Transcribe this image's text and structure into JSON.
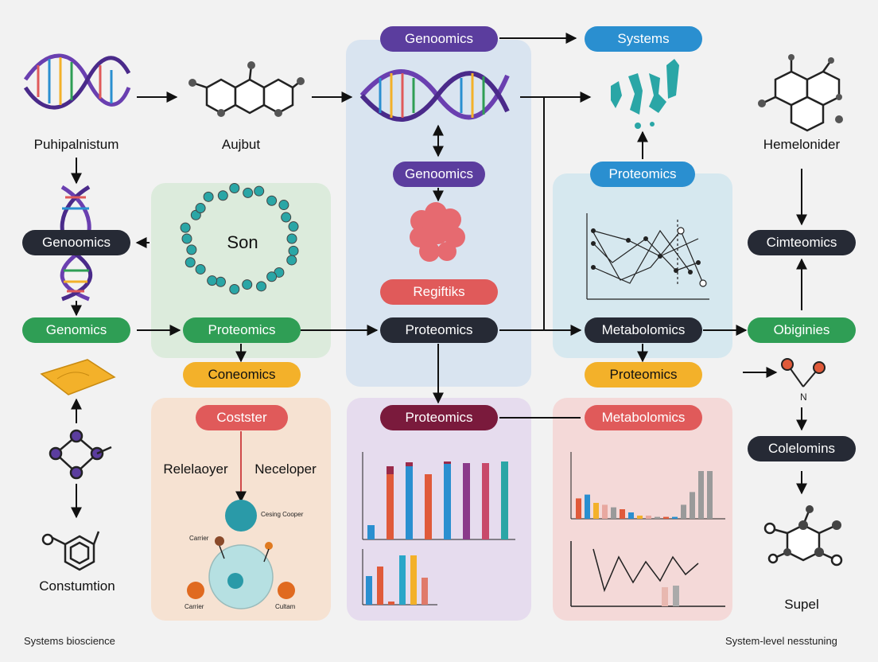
{
  "pills": {
    "genoomics_top": "Genoomics",
    "systems_top": "Systems",
    "genoomics_mid": "Genoomics",
    "proteomics_right_top": "Proteomics",
    "genoomics_left": "Genoomics",
    "cimteomics": "Cimteomics",
    "regitiks": "Regiftiks",
    "genomics": "Genomics",
    "proteomics_green": "Proteomics",
    "proteomics_center": "Proteomics",
    "metabolomics_center": "Metabolomics",
    "obiginies": "Obiginies",
    "coneomics": "Coneomics",
    "proteomics_orange": "Proteomics",
    "costster": "Costster",
    "proteomics_purple": "Proteomics",
    "metabolomics_pink": "Metabolomics",
    "colelomins": "Colelomins"
  },
  "labels": {
    "puhipalnistum": "Puhipalnistum",
    "aujbut": "Aujbut",
    "hemelonider": "Hemelonider",
    "son": "Son",
    "relelaoyer": "Relelaoyer",
    "neceloper": "Neceloper",
    "constumtion": "Constumtion",
    "supel": "Supel",
    "n_atom": "N",
    "carrier_left": "Carrier",
    "cesing_cooper": "Cesing Cooper",
    "carrier_bottom_left": "Carrier",
    "cultam": "Cultam"
  },
  "footer": {
    "left": "Systems bioscience",
    "right": "System-level nesstuning"
  },
  "colors": {
    "purple": "#5b3d9e",
    "blue": "#2a8fd0",
    "dark": "#262a35",
    "green": "#2f9e55",
    "orange": "#f3b12a",
    "red": "#e05a5a",
    "maroon": "#7a1a3c",
    "teal": "#2aa6a6"
  },
  "chart_data": [
    {
      "type": "bar",
      "series": [
        {
          "values": [
            18,
            82,
            92,
            82,
            95,
            96,
            96,
            98
          ]
        },
        {
          "values": [
            0,
            10,
            5,
            0,
            3,
            0,
            0,
            0
          ]
        }
      ]
    },
    {
      "type": "bar",
      "series": [
        {
          "values": [
            32,
            38,
            25,
            22,
            18,
            15,
            10,
            5,
            5,
            3,
            3,
            3,
            22,
            42,
            75,
            75
          ]
        }
      ]
    }
  ]
}
